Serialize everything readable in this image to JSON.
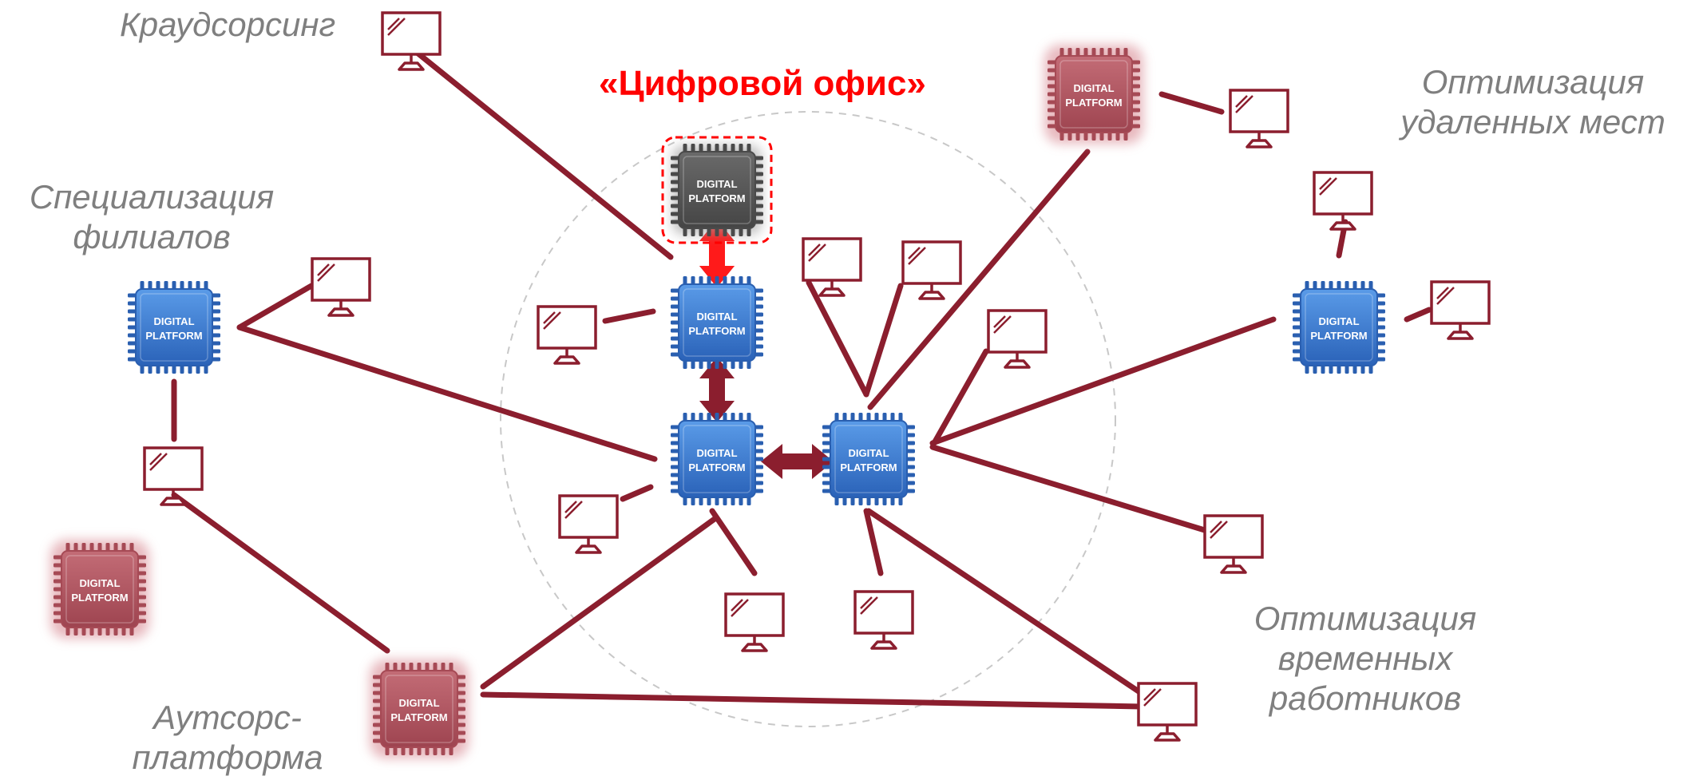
{
  "title": "«Цифровой офис»",
  "chip_text": {
    "line1": "DIGITAL",
    "line2": "PLATFORM"
  },
  "labels": {
    "crowdsourcing": "Краудсорсинг",
    "specialization": [
      "Специализация",
      "филиалов"
    ],
    "outsourcing": [
      "Аутсорс-",
      "платформа"
    ],
    "remote_optimization": [
      "Оптимизация",
      "удаленных мест"
    ],
    "temp_workers_optimization": [
      "Оптимизация",
      "временных",
      "работников"
    ]
  },
  "colors": {
    "link": "#8b1e2e",
    "chip_blue": "#3a7bd5",
    "chip_red": "#b5545f",
    "chip_gray": "#555555",
    "title": "#ff0000",
    "label": "#7f7f7f",
    "circle": "#c8c8c8"
  },
  "icons": {
    "monitor": "monitor-icon",
    "chip": "chip-icon",
    "arrow": "double-arrow-icon"
  }
}
